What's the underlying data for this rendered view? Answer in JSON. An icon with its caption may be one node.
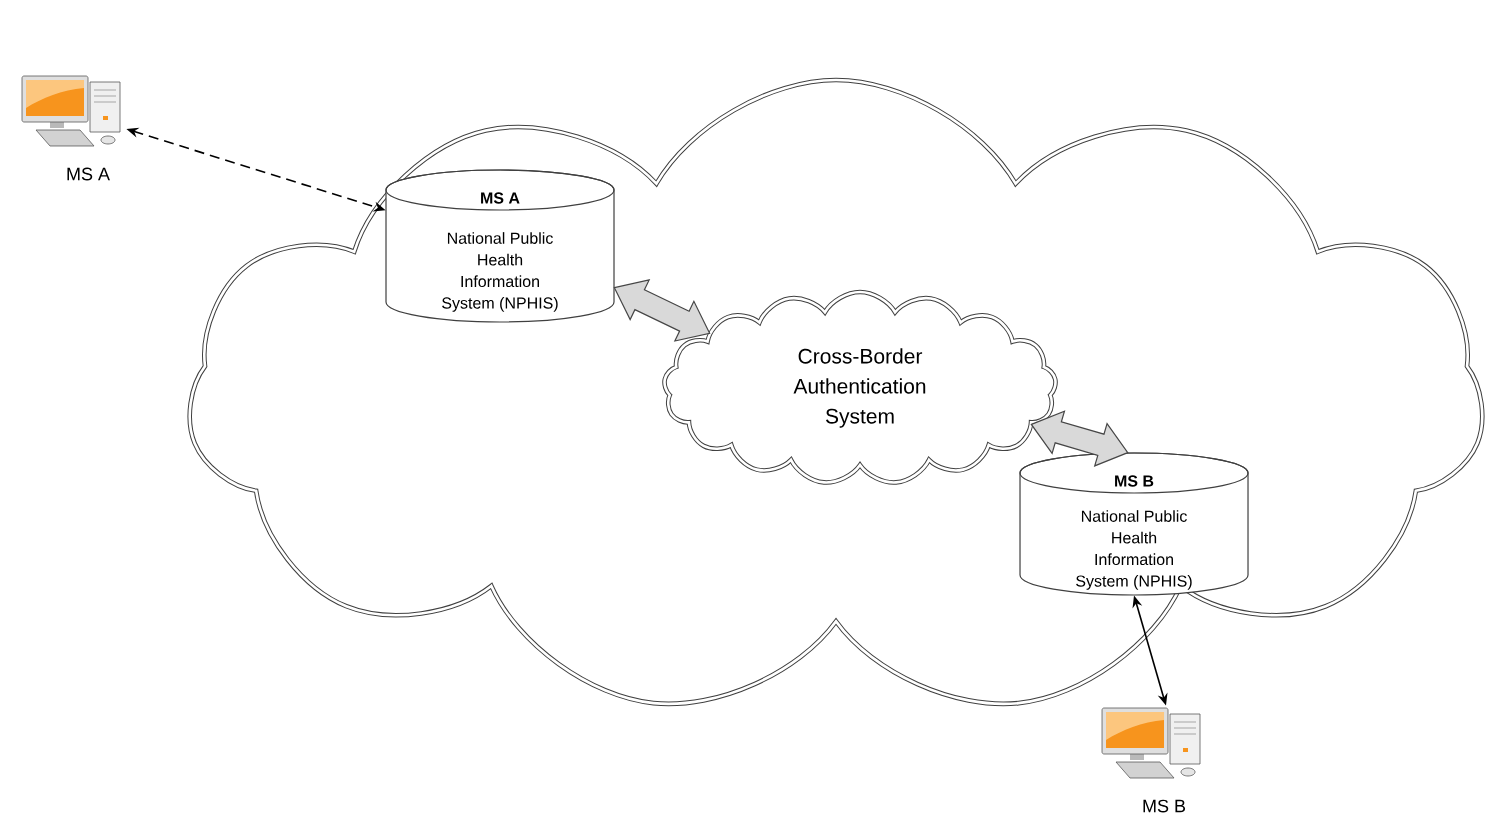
{
  "diagram": {
    "nodes": [
      {
        "text": [],
        "shape": "cloud"
      },
      {
        "text": [],
        "shape": "picture",
        "beside": [
          "MS A"
        ]
      },
      {
        "text": [
          "MS A",
          "National Public Health Information System (NPHIS)"
        ],
        "in": 0
      },
      {
        "text": [
          "Cross-Border Authentication System"
        ],
        "in": 0
      },
      {
        "text": [
          "MS B",
          "National Public Health Information System (NPHIS)"
        ],
        "in": 0
      },
      {
        "text": [],
        "shape": "picture",
        "beside": [
          "MS B"
        ]
      }
    ],
    "edges": [
      {
        "from": 1,
        "to": 2,
        "arrow": "both",
        "style": "dashed"
      },
      {
        "from": 2,
        "to": 3,
        "arrow": "both",
        "style": "thick",
        "color": "#d9d9d9"
      },
      {
        "from": 3,
        "to": 4,
        "arrow": "both",
        "style": "thick",
        "color": "#d9d9d9"
      },
      {
        "from": 4,
        "to": 5,
        "arrow": "both"
      }
    ]
  }
}
